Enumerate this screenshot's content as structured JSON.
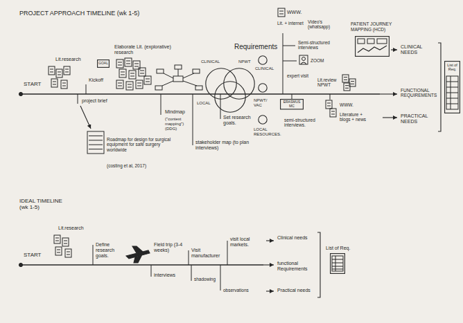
{
  "diagram": {
    "title": "PROJECT APPROACH TIMELINE (wk 1-5)",
    "nodes": [
      {
        "text": [
          "GOAL"
        ]
      },
      {
        "text": [
          "CLINICAL"
        ]
      },
      {
        "text": [
          "NPWT"
        ]
      },
      {
        "text": [
          "LOCAL"
        ]
      },
      {
        "text": [
          "CLINICAL"
        ]
      },
      {
        "text": [
          "NPWT/ VAC"
        ]
      },
      {
        "text": [
          "LOCAL RESOURCES."
        ]
      },
      {
        "text": [
          "ERASMUS MC"
        ]
      },
      {
        "text": [
          "PATIENT JOURNEY MAPPING (HCD)"
        ]
      },
      {
        "text": [
          "List of Req."
        ]
      },
      {
        "text": [
          "List of Req."
        ]
      }
    ],
    "labels": [
      "START",
      "Lit.research",
      "Kickoff",
      "project brief",
      "Roadmap for design for surgical equipment for safe surgery worldwide",
      "(costing et al, 2017)",
      "Elaborate Lit. (explorative) research",
      "Mindmap",
      "(\"context mapping\") (DDG)",
      "Requirements",
      "Set research goals.",
      "stakeholder map (to plan interviews)",
      "WWW.",
      "Lit. + internet",
      "Video's (whatsapp)",
      "Semi-structured interviews",
      "ZOOM",
      "expert visit",
      "semi-structured interviews.",
      "Lit.review NPWT",
      "WWW.",
      "Literature + blogs + news",
      "CLINICAL NEEDS",
      "FUNCTIONAL REQUIREMENTS",
      "PRACTICAL NEEDS",
      "IDEAL TIMELINE (wk 1-5)",
      "START",
      "Lit.research",
      "Define research goals.",
      "Field trip (3-4 weeks)",
      "interviews",
      "Visit manufacturer",
      "visit local markets.",
      "shadowing",
      "observations",
      "Clinical needs",
      "functional Requirements",
      "Practical needs"
    ]
  }
}
